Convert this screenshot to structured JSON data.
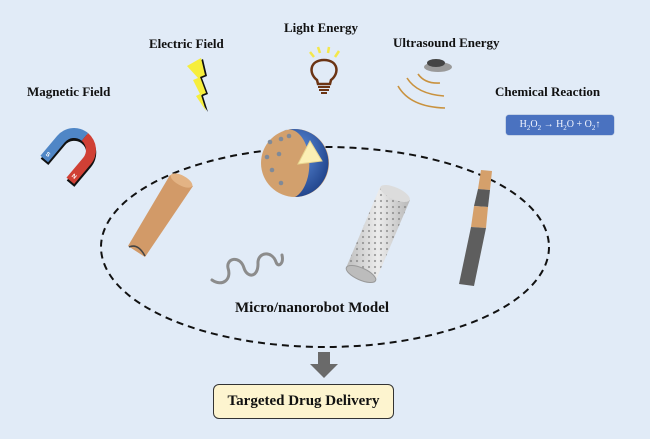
{
  "stimuli": {
    "magnetic": "Magnetic Field",
    "electric": "Electric Field",
    "light": "Light Energy",
    "ultrasound": "Ultrasound Energy",
    "chemical": "Chemical Reaction"
  },
  "chemical_equation": {
    "reactant": "H",
    "reactant_sub1": "2",
    "reactant_o": "O",
    "reactant_sub2": "2",
    "arrow": " → ",
    "product1": "H",
    "product1_sub": "2",
    "product1_o": "O",
    "plus": " + ",
    "product2": "O",
    "product2_sub": "2",
    "gas_arrow": "↑"
  },
  "magnet": {
    "north": "N",
    "south": "S"
  },
  "model": {
    "label": "Micro/nanorobot Model",
    "robots": [
      "tubular-rod",
      "janus-sphere",
      "helical-spring",
      "porous-nanotube",
      "segmented-nanowire"
    ]
  },
  "outcome": {
    "label": "Targeted Drug Delivery"
  },
  "colors": {
    "background": "#e1ebf7",
    "magnet_red": "#d04035",
    "magnet_blue": "#4f86c6",
    "bolt_yellow": "#f6ee3c",
    "bulb_brown": "#6b3414",
    "copper": "#d7a06b",
    "sphere_blue": "#2d5fb0",
    "chem_box": "#4a72c0",
    "outcome_box": "#fdf4cf"
  }
}
